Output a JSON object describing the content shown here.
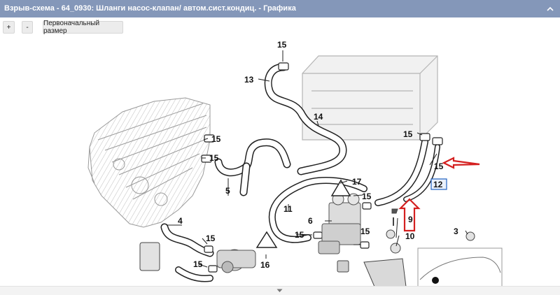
{
  "window": {
    "title": "Взрыв-схема - 64_0930: Шланги насос-клапан/ автом.сист.кондиц. - Графика",
    "close_icon": "chevron-up-icon"
  },
  "toolbar": {
    "zoom_in_label": "+",
    "zoom_out_label": "-",
    "reset_label": "Первоначальный размер"
  },
  "diagram": {
    "callouts": {
      "p15_top": "15",
      "p13": "13",
      "p14": "14",
      "p15_engine_a": "15",
      "p15_engine_b": "15",
      "p5": "5",
      "p15_heater_a": "15",
      "p15_heater_b": "15",
      "p12": "12",
      "p17": "17",
      "p15_valve_a": "15",
      "p6": "6",
      "p11": "11",
      "p15_valve_b": "15",
      "p15_valve_c": "15",
      "p9": "9",
      "p10": "10",
      "p4": "4",
      "p15_pump_a": "15",
      "p15_pump_b": "15",
      "p16": "16",
      "p3": "3"
    },
    "highlighted_part": "12",
    "annotation_color": "#d42020"
  },
  "scrollbar": {
    "arrow_icon": "chevron-down-icon"
  }
}
